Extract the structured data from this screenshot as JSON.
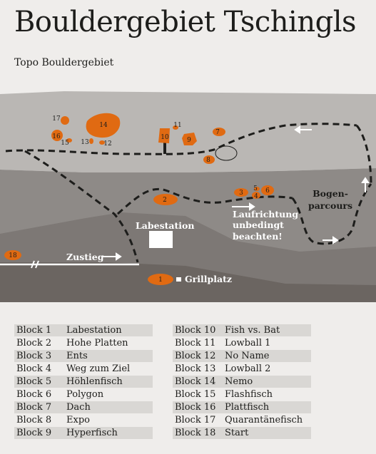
{
  "title": "Bouldergebiet Tschingls",
  "subtitle": "Topo Bouldergebiet",
  "map": {
    "labels": {
      "labestation": "Labestation",
      "zustieg": "Zustieg",
      "grillplatz": "Grillplatz",
      "laufrichtung_1": "Laufrichtung",
      "laufrichtung_2": "unbedingt",
      "laufrichtung_3": "beachten!",
      "bogen_1": "Bogen-",
      "bogen_2": "parcours"
    },
    "boulder_numbers": [
      "1",
      "2",
      "3",
      "4",
      "5",
      "6",
      "7",
      "8",
      "9",
      "10",
      "11",
      "12",
      "13",
      "14",
      "15",
      "16",
      "17",
      "18"
    ]
  },
  "legend": {
    "left": [
      {
        "num": "Block 1",
        "name": "Labestation"
      },
      {
        "num": "Block 2",
        "name": "Hohe Platten"
      },
      {
        "num": "Block 3",
        "name": "Ents"
      },
      {
        "num": "Block 4",
        "name": "Weg zum Ziel"
      },
      {
        "num": "Block 5",
        "name": "Höhlenfisch"
      },
      {
        "num": "Block 6",
        "name": "Polygon"
      },
      {
        "num": "Block 7",
        "name": "Dach"
      },
      {
        "num": "Block 8",
        "name": "Expo"
      },
      {
        "num": "Block 9",
        "name": "Hyperfisch"
      }
    ],
    "right": [
      {
        "num": "Block 10",
        "name": "Fish vs. Bat"
      },
      {
        "num": "Block 11",
        "name": "Lowball 1"
      },
      {
        "num": "Block 12",
        "name": "No Name"
      },
      {
        "num": "Block 13",
        "name": "Lowball 2"
      },
      {
        "num": "Block 14",
        "name": "Nemo"
      },
      {
        "num": "Block 15",
        "name": "Flashfisch"
      },
      {
        "num": "Block 16",
        "name": "Plattfisch"
      },
      {
        "num": "Block 17",
        "name": "Quarantänefisch"
      },
      {
        "num": "Block 18",
        "name": "Start"
      }
    ]
  },
  "colors": {
    "background": "#efedeb",
    "terrain_light": "#bab7b4",
    "terrain_mid": "#8e8a87",
    "terrain_dark": "#6b6561",
    "boulder": "#e06a12",
    "path": "#1d1d1b"
  }
}
